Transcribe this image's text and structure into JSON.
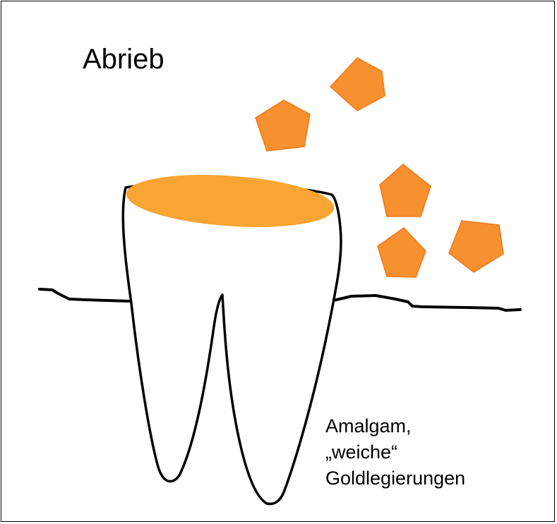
{
  "title": "Abrieb",
  "caption": {
    "lines": [
      "Amalgam,",
      "„weiche“",
      "Goldlegierungen"
    ]
  },
  "colors": {
    "filling": "#F9A533",
    "particle_fill": "#F7902F",
    "particle_stroke": "#F07A1D",
    "outline": "#000000"
  },
  "icons": {
    "tooth": "tooth-outline",
    "filling": "filling-ellipse",
    "particles": "pentagon-particle"
  }
}
